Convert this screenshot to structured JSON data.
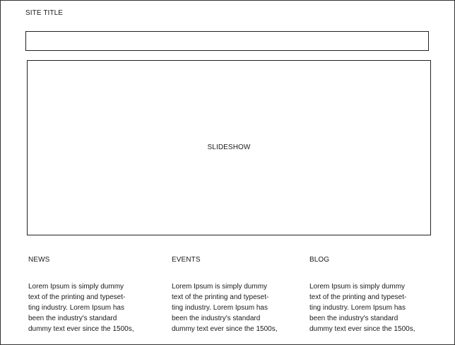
{
  "site_title": "SITE TITLE",
  "slideshow": {
    "label": "SLIDESHOW"
  },
  "columns": [
    {
      "heading": "NEWS",
      "lines": [
        "Lorem Ipsum is simply dummy",
        "text of the printing and typeset-",
        "ting industry. Lorem Ipsum has",
        "been the industry's standard",
        "dummy text ever since the 1500s,"
      ]
    },
    {
      "heading": "EVENTS",
      "lines": [
        "Lorem Ipsum is simply dummy",
        "text of the printing and typeset-",
        "ting industry. Lorem Ipsum has",
        "been the industry's standard",
        "dummy text ever since the 1500s,"
      ]
    },
    {
      "heading": "BLOG",
      "lines": [
        "Lorem Ipsum is simply dummy",
        "text of the printing and typeset-",
        "ting industry. Lorem Ipsum has",
        "been the industry's standard",
        "dummy text ever since the 1500s,"
      ]
    }
  ]
}
